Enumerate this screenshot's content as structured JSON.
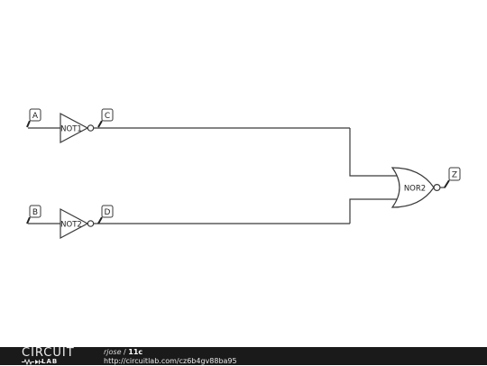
{
  "circuit": {
    "inputs": [
      {
        "label": "A"
      },
      {
        "label": "B"
      }
    ],
    "gates": [
      {
        "label": "NOT1"
      },
      {
        "label": "NOT2"
      },
      {
        "label": "NOR2"
      }
    ],
    "nodes": [
      {
        "label": "C"
      },
      {
        "label": "D"
      }
    ],
    "output": {
      "label": "Z"
    }
  },
  "footer": {
    "logo_top": "CIRCUIT",
    "logo_bottom": "LAB",
    "author": "rjose",
    "separator": "/",
    "title": "11c",
    "url": "http://circuitlab.com/cz6b4gv88ba95"
  },
  "colors": {
    "wire": "#3a3a3a",
    "footer_bg": "#1a1a1a",
    "background": "#ffffff"
  }
}
